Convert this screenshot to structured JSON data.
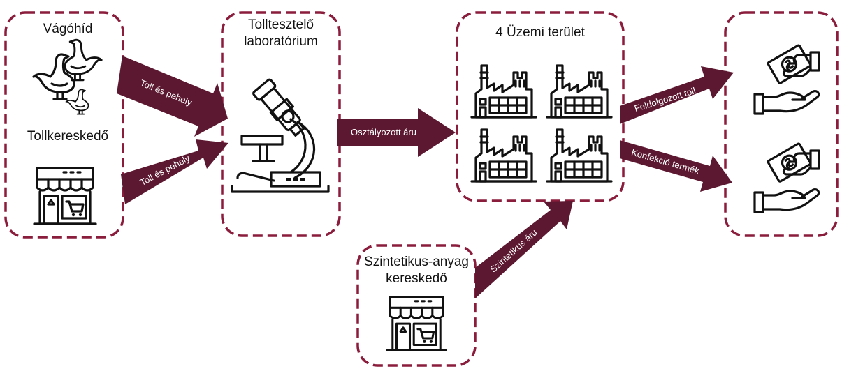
{
  "nodes": {
    "slaughterhouse": "Vágóhíd",
    "feather_trader": "Tollkereskedő",
    "lab_line1": "Tolltesztelő",
    "lab_line2": "laboratórium",
    "plant": "4 Üzemi terület",
    "synthetic_line1": "Szintetikus-anyag",
    "synthetic_line2": "kereskedő"
  },
  "arrows": {
    "feather_down_1": "Toll és pehely",
    "feather_down_2": "Toll és pehely",
    "sorted_goods": "Osztályozott áru",
    "processed_feather": "Feldolgozott toll",
    "finished_product": "Konfekció termék",
    "synthetic_goods": "Szintetikus áru"
  },
  "icons": [
    "goose-icon",
    "shop-icon",
    "microscope-icon",
    "factory-icon",
    "payment-hand-icon"
  ],
  "colors": {
    "border": "#8a1c3c",
    "arrow": "#5c1830",
    "text": "#111111"
  }
}
